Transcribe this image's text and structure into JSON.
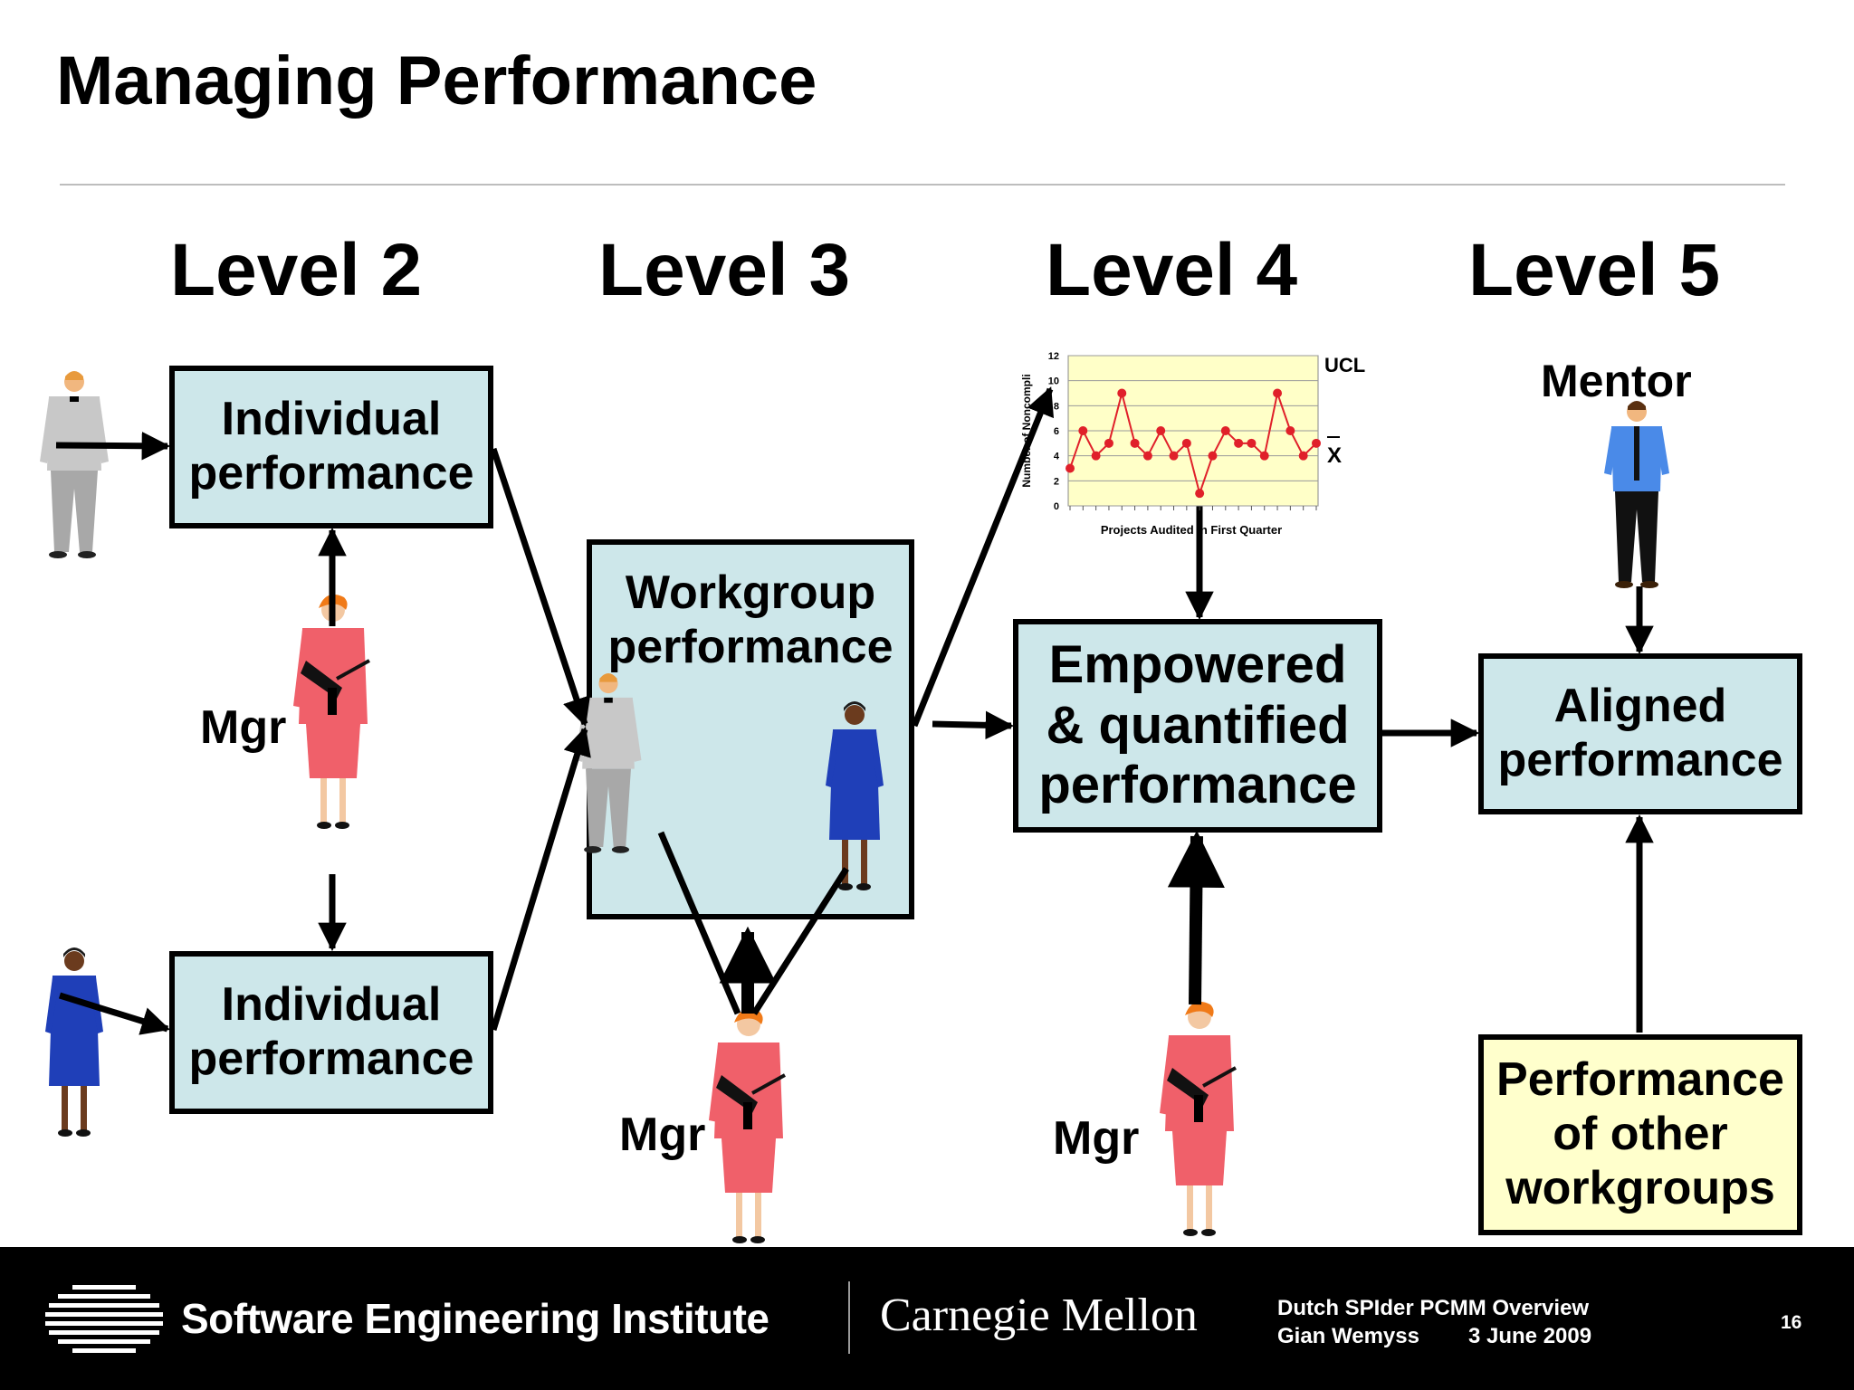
{
  "slide": {
    "title": "Managing Performance",
    "levels": [
      "Level 2",
      "Level 3",
      "Level 4",
      "Level 5"
    ],
    "boxes": {
      "individual_top": "Individual\nperformance",
      "individual_bottom": "Individual\nperformance",
      "workgroup": "Workgroup\nperformance",
      "empowered": "Empowered\n& quantified\nperformance",
      "aligned": "Aligned\nperformance",
      "other_workgroups": "Performance\nof other\nworkgroups"
    },
    "labels": {
      "mgr": "Mgr",
      "mentor": "Mentor"
    },
    "colors": {
      "box_fill": "#cde7ea",
      "other_box_fill": "#ffffcc",
      "chart_bg": "#ffffc8",
      "chart_line": "#e0202a",
      "manager_suit": "#f0606a"
    }
  },
  "chart_data": {
    "type": "line",
    "xlabel": "Projects Audited in First Quarter",
    "ylabel": "Number of Noncompli",
    "ylim": [
      0,
      12
    ],
    "yticks": [
      "0",
      "2",
      "4",
      "6",
      "8",
      "10",
      "12"
    ],
    "values": [
      3,
      6,
      4,
      5,
      9,
      5,
      4,
      6,
      4,
      5,
      1,
      4,
      6,
      5,
      5,
      4,
      9,
      6,
      4,
      5
    ],
    "ucl_label": "UCL",
    "mean_label": "X"
  },
  "footer": {
    "institute": "Software Engineering Institute",
    "university": "Carnegie Mellon",
    "presentation": "Dutch SPIder PCMM Overview",
    "author": "Gian Wemyss",
    "date": "3 June 2009",
    "page": "16"
  }
}
